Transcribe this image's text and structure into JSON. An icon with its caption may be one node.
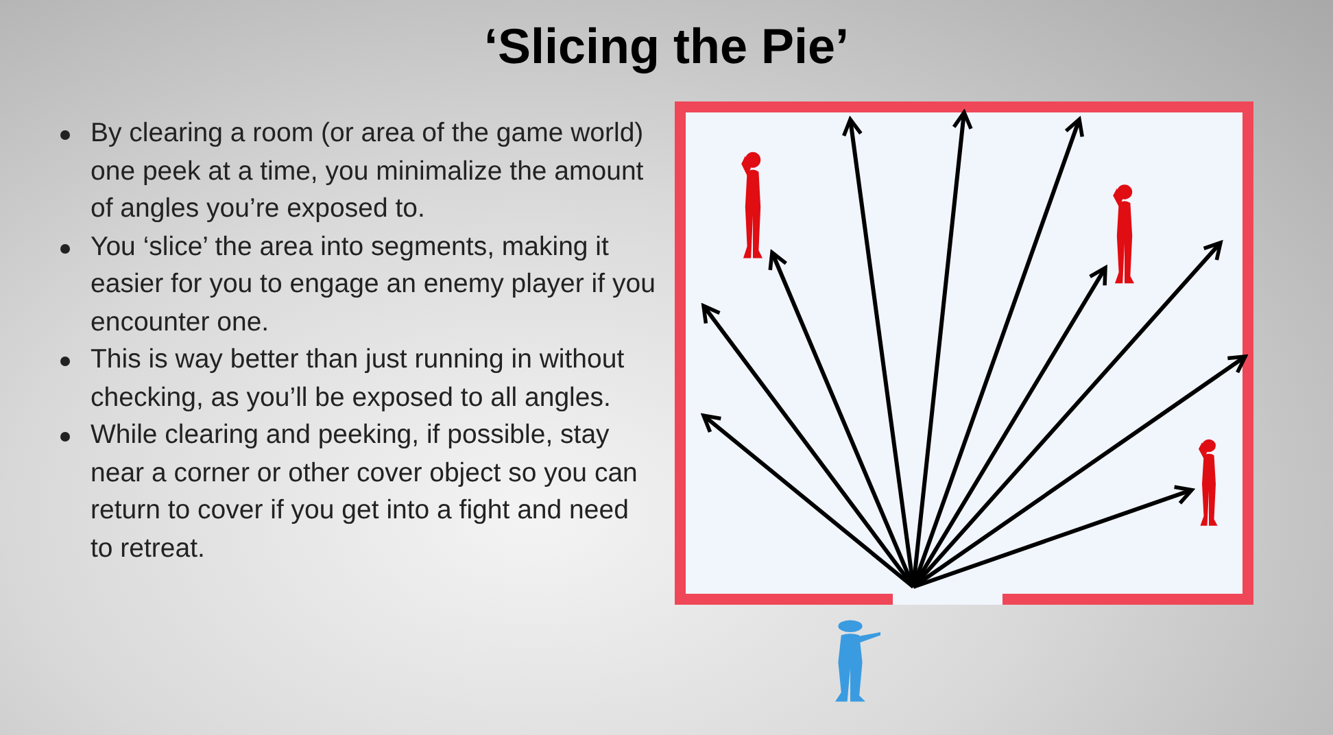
{
  "diagram": {
    "title": "‘Slicing the Pie’",
    "nodes": [
      {
        "text": [],
        "shape": "box"
      },
      {
        "text": [],
        "shape": "person",
        "in": 0
      },
      {
        "text": [],
        "shape": "person",
        "in": 0
      },
      {
        "text": [],
        "shape": "person",
        "in": 0
      },
      {
        "text": [],
        "shape": "person"
      }
    ],
    "edges": [
      {
        "from": null,
        "to": 1,
        "arrow": "to"
      },
      {
        "from": null,
        "to": 2,
        "arrow": "to"
      },
      {
        "from": null,
        "to": 3,
        "arrow": "to"
      }
    ],
    "labels": [
      "By clearing a room (or area of the game world) one peek at a time, you minimalize the amount of angles you’re exposed to.",
      "You ‘slice’ the area into segments, making it easier for you to engage an enemy player if you encounter one.",
      "This is way better than just running in without checking, as you’ll be exposed to all angles.",
      "While clearing and peeking, if possible, stay near a corner or other cover object so you can return to cover if you get into a fight and need to retreat."
    ]
  }
}
